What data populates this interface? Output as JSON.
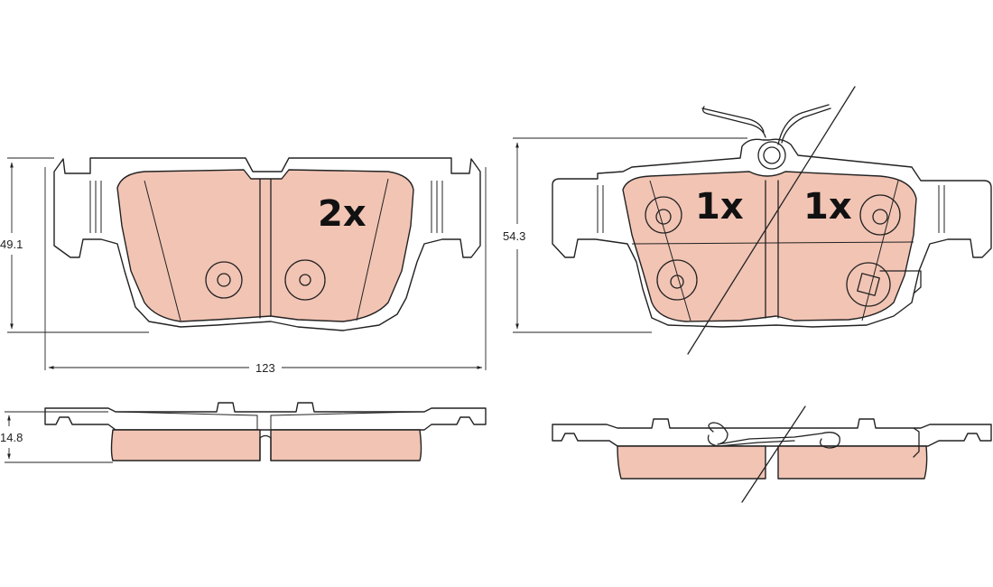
{
  "dimensions": {
    "height_left": "49.1",
    "height_right": "54.3",
    "width": "123",
    "thickness": "14.8"
  },
  "quantities": {
    "left_pad": "2x",
    "right_pad_a": "1x",
    "right_pad_b": "1x"
  },
  "colors": {
    "friction_material": "#F2C4B4",
    "outline": "#222222"
  }
}
